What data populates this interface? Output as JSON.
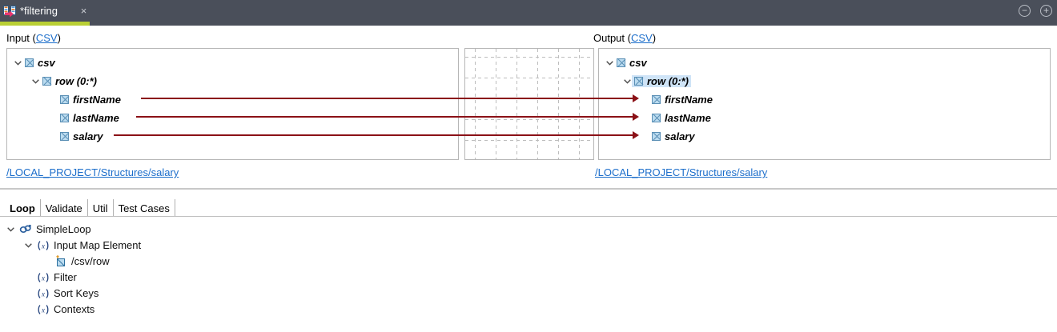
{
  "titlebar": {
    "tab_label": "*filtering",
    "tab_icon": "mapping-document-icon",
    "close_icon": "×",
    "minimize_icon": "−",
    "maximize_icon": "+",
    "active_tab_accent": "#b9cf34",
    "background": "#4a4f5a"
  },
  "mapping": {
    "input": {
      "header_text": "Input (",
      "header_link": "CSV",
      "header_close": ")",
      "path": "/LOCAL_PROJECT/Structures/salary",
      "tree": [
        {
          "label": "csv",
          "depth": 0,
          "expanded": true,
          "selected": false
        },
        {
          "label": "row (0:*)",
          "depth": 1,
          "expanded": true,
          "selected": false
        },
        {
          "label": "firstName",
          "depth": 2,
          "expanded": null,
          "selected": false
        },
        {
          "label": "lastName",
          "depth": 2,
          "expanded": null,
          "selected": false
        },
        {
          "label": "salary",
          "depth": 2,
          "expanded": null,
          "selected": false
        }
      ]
    },
    "output": {
      "header_text": "Output (",
      "header_link": "CSV",
      "header_close": ")",
      "path": "/LOCAL_PROJECT/Structures/salary",
      "tree": [
        {
          "label": "csv",
          "depth": 0,
          "expanded": true,
          "selected": false
        },
        {
          "label": "row (0:*)",
          "depth": 1,
          "expanded": true,
          "selected": true
        },
        {
          "label": "firstName",
          "depth": 2,
          "expanded": null,
          "selected": false
        },
        {
          "label": "lastName",
          "depth": 2,
          "expanded": null,
          "selected": false
        },
        {
          "label": "salary",
          "depth": 2,
          "expanded": null,
          "selected": false
        }
      ]
    },
    "connections": [
      {
        "from": "firstName",
        "to": "firstName"
      },
      {
        "from": "lastName",
        "to": "lastName"
      },
      {
        "from": "salary",
        "to": "salary"
      }
    ],
    "wire_color": "#8b1117",
    "link_color": "#1c6ecb"
  },
  "bottom": {
    "tabs": [
      {
        "label": "Loop",
        "active": true
      },
      {
        "label": "Validate",
        "active": false
      },
      {
        "label": "Util",
        "active": false
      },
      {
        "label": "Test Cases",
        "active": false
      }
    ],
    "tree": [
      {
        "label": "SimpleLoop",
        "depth": 0,
        "icon": "chain-link-icon",
        "expanded": true
      },
      {
        "label": "Input Map Element",
        "depth": 1,
        "icon": "function-x-icon",
        "expanded": true
      },
      {
        "label": "/csv/row",
        "depth": 2,
        "icon": "map-element-icon",
        "expanded": null
      },
      {
        "label": "Filter",
        "depth": 1,
        "icon": "function-x-icon",
        "expanded": null
      },
      {
        "label": "Sort Keys",
        "depth": 1,
        "icon": "function-x-icon",
        "expanded": null
      },
      {
        "label": "Contexts",
        "depth": 1,
        "icon": "function-x-icon",
        "expanded": null
      }
    ]
  }
}
